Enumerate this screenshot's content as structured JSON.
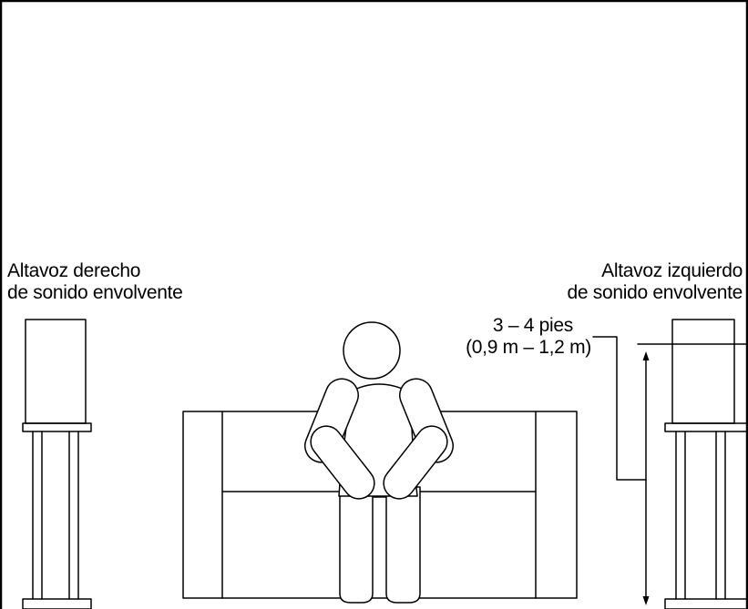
{
  "labels": {
    "left_speaker": {
      "line1": "Altavoz derecho",
      "line2": "de sonido envolvente"
    },
    "right_speaker": {
      "line1": "Altavoz izquierdo",
      "line2": "de sonido envolvente"
    },
    "height_dimension": {
      "line1": "3 – 4 pies",
      "line2": "(0,9 m – 1,2 m)"
    }
  },
  "colors": {
    "stroke": "#000000",
    "background": "#ffffff"
  }
}
